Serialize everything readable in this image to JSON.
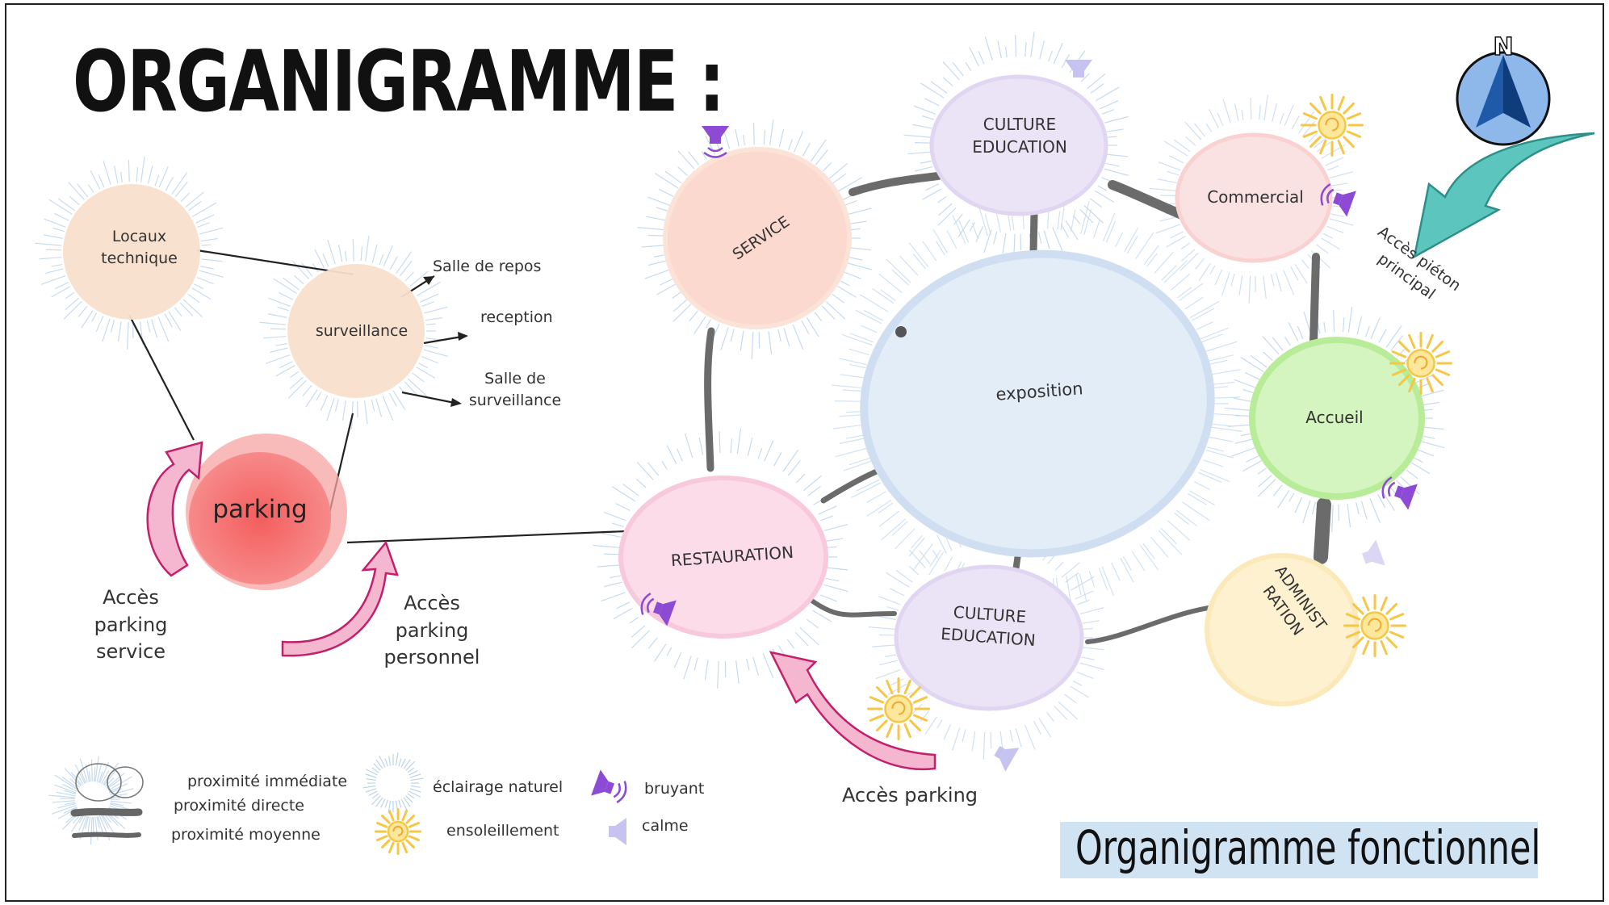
{
  "header": {
    "title": "ORGANIGRAMME :"
  },
  "caption": "Organigramme fonctionnel",
  "compass": {
    "letter": "N"
  },
  "colors": {
    "peach": "#f9dfcc",
    "red": "#f26767",
    "pink": "#f9d6e2",
    "lavender": "#e8e0f5",
    "blue_light": "#e3edf8",
    "green": "#c9f0b0",
    "yellow": "#fdf1cf",
    "teal": "#5cc5bd",
    "arrow_pink": "#f5b7d0",
    "sun": "#f5c745",
    "speaker": "#8d4ad4",
    "link": "#6b6b6b",
    "caption_bg": "#cfe3f3"
  },
  "left_nodes": {
    "locaux": "Locaux\ntechnique",
    "surveillance": "surveillance",
    "parking": "parking",
    "branches": [
      "Salle de repos",
      "reception",
      "Salle de\nsurveillance"
    ],
    "access_service": "Accès parking\nservice",
    "access_personnel": "Accès parking\npersonnel"
  },
  "right_nodes": {
    "service": "SERVICE",
    "culture_top": "CULTURE\nEDUCATION",
    "commercial": "Commercial",
    "exposition": "exposition",
    "accueil": "Accueil",
    "restauration": "RESTAURATION",
    "culture_bottom": "CULTURE\nEDUCATION",
    "administration": "ADMINIST\nRATION",
    "access_pedestrian": "Accès piéton\nprincipal",
    "access_parking": "Accès parking"
  },
  "legend": {
    "proximite_immediate": "proximité immédiate",
    "proximite_directe": "proximité directe",
    "proximite_moyenne": "proximité moyenne",
    "eclairage": "éclairage naturel",
    "ensoleillement": "ensoleillement",
    "bruyant": "bruyant",
    "calme": "calme"
  },
  "icons": [
    "compass-icon",
    "sun-icon",
    "speaker-loud-icon",
    "speaker-quiet-icon",
    "curved-arrow-icon",
    "light-rays-icon"
  ]
}
